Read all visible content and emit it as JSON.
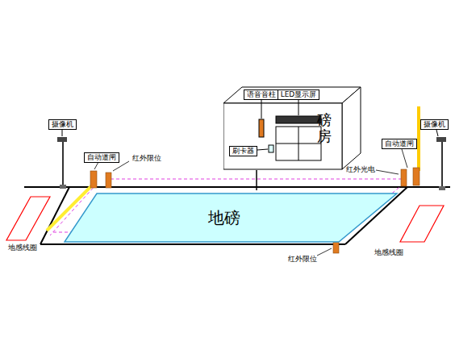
{
  "diagram": {
    "nodes": [
      {
        "text": [
          "磅房"
        ]
      },
      {
        "text": [
          "语音音柱"
        ],
        "in": 0
      },
      {
        "text": [
          "LED显示屏"
        ],
        "in": 0
      },
      {
        "text": [
          "刷卡器"
        ],
        "in": 0
      },
      {
        "text": [
          "地磅"
        ]
      },
      {
        "text": [
          "摄像机"
        ]
      },
      {
        "text": [
          "自动道闸"
        ]
      },
      {
        "text": [
          "自动道闸"
        ]
      },
      {
        "text": [
          "摄像机"
        ]
      }
    ],
    "edges": [
      {
        "from": 0,
        "to": 4,
        "arrow": "none"
      }
    ],
    "labels": [
      "红外限位",
      "红外光电",
      "地感线圈",
      "红外限位",
      "地感线圈"
    ]
  }
}
